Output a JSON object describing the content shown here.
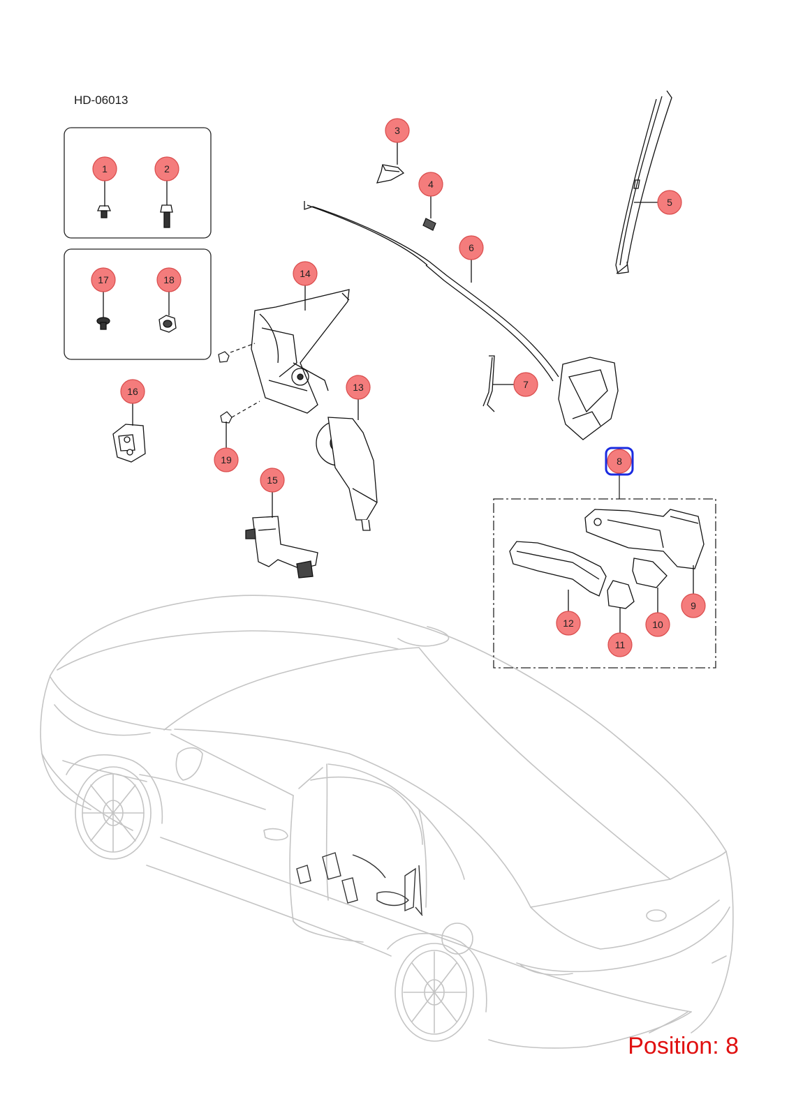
{
  "diagram_code": "HD-06013",
  "position_label": "Position: 8",
  "selected_callout": "8",
  "colors": {
    "callout_fill": "#f47c7c",
    "callout_stroke": "#d94b4b",
    "selection": "#1a2be0",
    "position_text": "#e01010",
    "car_outline": "#c4c4c4",
    "part_line": "#222222"
  },
  "callouts": [
    "1",
    "2",
    "3",
    "4",
    "5",
    "6",
    "7",
    "8",
    "9",
    "10",
    "11",
    "12",
    "13",
    "14",
    "15",
    "16",
    "17",
    "18",
    "19"
  ]
}
